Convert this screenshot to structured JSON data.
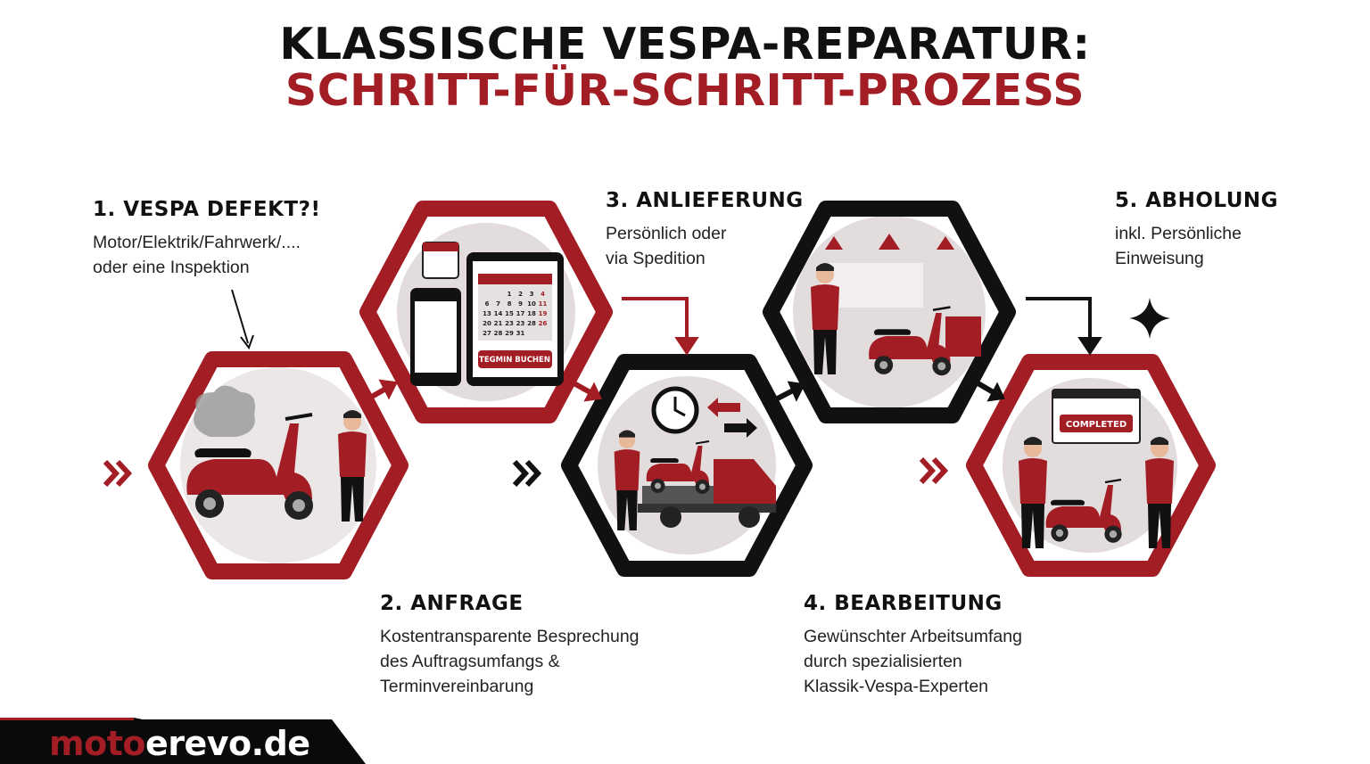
{
  "title": {
    "line1": "KLASSISCHE VESPA-REPARATUR:",
    "line2": "SCHRITT-FÜR-SCHRITT-PROZESS"
  },
  "colors": {
    "accent": "#a31d24",
    "dark": "#111111",
    "circle": "#e3dcdc"
  },
  "steps": [
    {
      "title": "1. VESPA DEFEKT?!",
      "lines": [
        "Motor/Elektrik/Fahrwerk/....",
        "oder eine Inspektion"
      ]
    },
    {
      "title": "2. ANFRAGE",
      "lines": [
        "Kostentransparente Besprechung",
        "des Auftragsumfangs &",
        "Terminvereinbarung"
      ]
    },
    {
      "title": "3. ANLIEFERUNG",
      "lines": [
        "Persönlich oder",
        "via Spedition"
      ]
    },
    {
      "title": "4. BEARBEITUNG",
      "lines": [
        "Gewünschter Arbeitsumfang",
        "durch spezialisierten",
        "Klassik-Vespa-Experten"
      ]
    },
    {
      "title": "5. ABHOLUNG",
      "lines": [
        "inkl. Persönliche",
        "Einweisung"
      ]
    }
  ],
  "calendar": {
    "rows": [
      [
        "",
        "",
        "1",
        "2",
        "3",
        "4"
      ],
      [
        "6",
        "7",
        "8",
        "9",
        "10",
        "11"
      ],
      [
        "13",
        "14",
        "15",
        "17",
        "18",
        "19"
      ],
      [
        "20",
        "21",
        "23",
        "23",
        "28",
        "26"
      ],
      [
        "27",
        "28",
        "29",
        "31",
        "",
        ""
      ]
    ],
    "button": "TEGMIN BUCHEN"
  },
  "completed_label": "COMPLETED",
  "logo": {
    "part1": "moto",
    "part2": "erevo.de"
  }
}
